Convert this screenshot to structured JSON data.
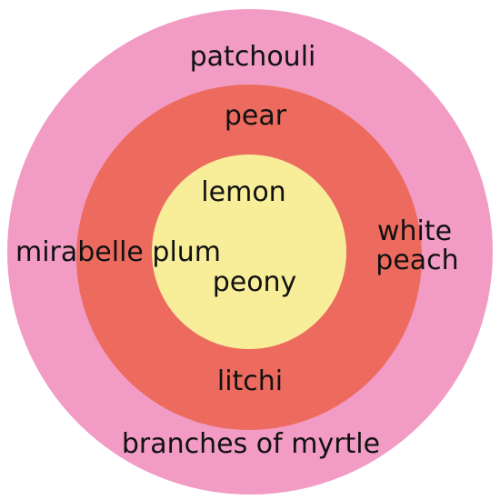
{
  "colors": {
    "outer_ring": "#f29bc4",
    "middle_ring": "#ec6b5e",
    "inner_circle": "#f8ee9a"
  },
  "layers": {
    "outer": {
      "notes": [
        "patchouli",
        "mirabelle plum",
        "branches of myrtle"
      ]
    },
    "middle": {
      "notes": [
        "pear",
        "white",
        "peach",
        "litchi"
      ]
    },
    "inner": {
      "notes": [
        "lemon",
        "peony"
      ]
    }
  }
}
